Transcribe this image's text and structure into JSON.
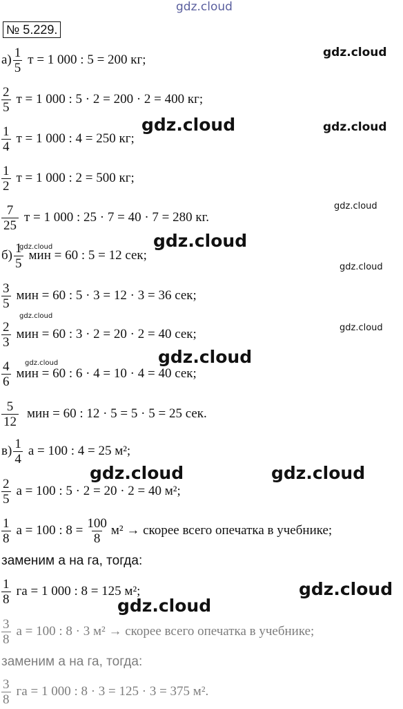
{
  "header": {
    "number": "№ 5.229."
  },
  "watermark": {
    "text": "gdz.cloud"
  },
  "lines": [
    {
      "prefix": "а)",
      "num": "1",
      "den": "5",
      "rest": "т = 1 000 : 5 = 200 кг;"
    },
    {
      "prefix": "",
      "num": "2",
      "den": "5",
      "rest": "т = 1 000 : 5 · 2 = 200 · 2 = 400 кг;"
    },
    {
      "prefix": "",
      "num": "1",
      "den": "4",
      "rest": "т = 1 000 : 4 = 250 кг;"
    },
    {
      "prefix": "",
      "num": "1",
      "den": "2",
      "rest": "т = 1 000 : 2 = 500 кг;"
    },
    {
      "prefix": "",
      "num": "7",
      "den": "25",
      "rest": "т = 1 000 : 25 · 7 = 40 · 7 = 280 кг."
    },
    {
      "prefix": "б)",
      "num": "1",
      "den": "5",
      "rest": "мин = 60 : 5 = 12 сек;"
    },
    {
      "prefix": "",
      "num": "3",
      "den": "5",
      "rest": "мин = 60 : 5 · 3 = 12 · 3 = 36 сек;"
    },
    {
      "prefix": "",
      "num": "2",
      "den": "3",
      "rest": "мин = 60 : 3 · 2 = 20 · 2 = 40 сек;"
    },
    {
      "prefix": "",
      "num": "4",
      "den": "6",
      "rest": "мин = 60 : 6 · 4 = 10 · 4 = 40 сек;"
    },
    {
      "prefix": "",
      "num": "5",
      "den": "12",
      "rest": "мин = 60 : 12 · 5 = 5 · 5 = 25 сек."
    },
    {
      "prefix": "в)",
      "num": "1",
      "den": "4",
      "rest": "а = 100 : 4 = 25 м²;"
    },
    {
      "prefix": "",
      "num": "2",
      "den": "5",
      "rest": "а = 100 : 5 · 2 = 20 · 2 = 40 м²;"
    },
    {
      "prefix": "",
      "num": "1",
      "den": "8",
      "rest_a": "а = 100 : 8 =",
      "inner_num": "100",
      "inner_den": "8",
      "rest_b": "м² → скорее всего опечатка в учебнике;"
    },
    {
      "plain": "заменим а на га, тогда:"
    },
    {
      "prefix": "",
      "num": "1",
      "den": "8",
      "rest": "га = 1 000 : 8 = 125 м²;"
    },
    {
      "prefix": "",
      "num": "3",
      "den": "8",
      "rest": "а = 100 : 8 · 3 м² → скорее всего опечатка в учебнике;"
    },
    {
      "plain": "заменим а на га, тогда:"
    },
    {
      "prefix": "",
      "num": "3",
      "den": "8",
      "rest": "га = 1 000 : 8 · 3 = 125 · 3 = 375 м²."
    }
  ]
}
